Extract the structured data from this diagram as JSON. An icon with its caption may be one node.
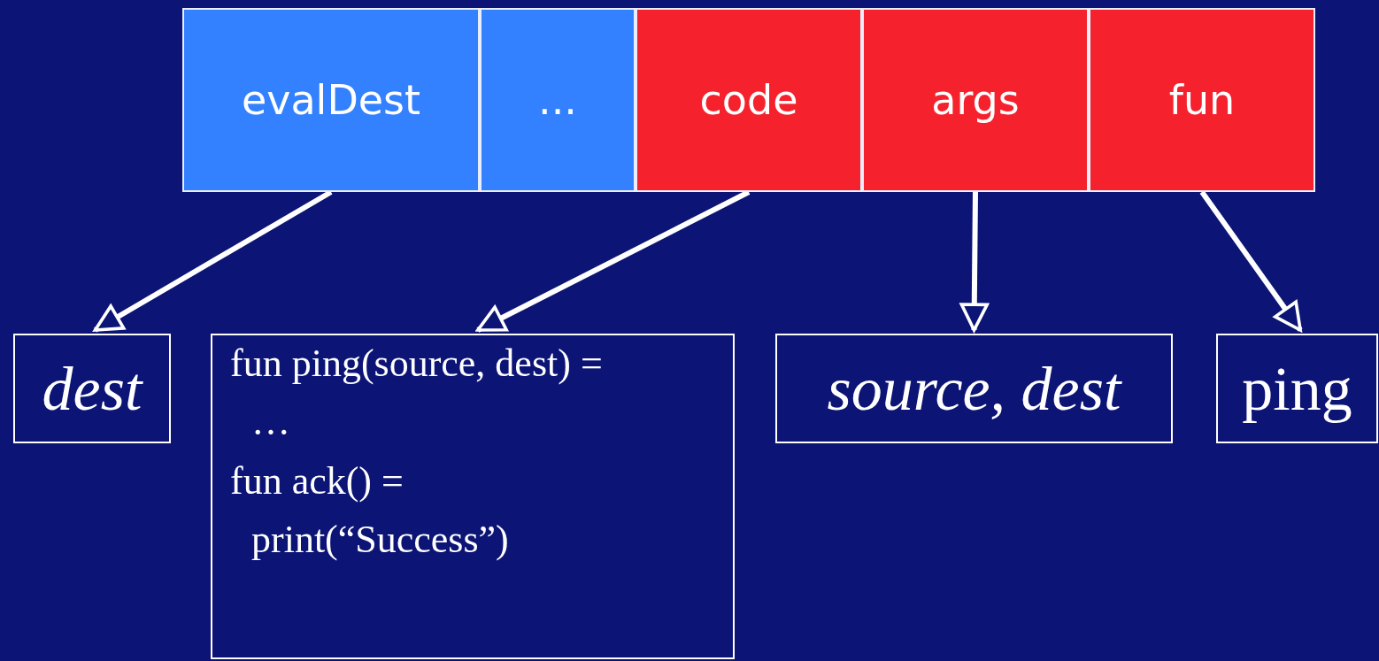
{
  "diagram": {
    "nodes": [
      {
        "text": [
          "evalDest"
        ]
      },
      {
        "text": [
          "..."
        ]
      },
      {
        "text": [
          "code"
        ]
      },
      {
        "text": [
          "args"
        ]
      },
      {
        "text": [
          "fun"
        ]
      },
      {
        "text": [
          "dest"
        ]
      },
      {
        "text": [
          "fun ping(source, dest) =",
          "…",
          "fun ack() =",
          "print(“Success”)"
        ]
      },
      {
        "text": [
          "source, dest"
        ]
      },
      {
        "text": [
          "ping"
        ]
      }
    ],
    "edges": [
      {
        "from": 0,
        "to": 5,
        "arrow": "to"
      },
      {
        "from": 2,
        "to": 6,
        "arrow": "to"
      },
      {
        "from": 3,
        "to": 7,
        "arrow": "to"
      },
      {
        "from": 4,
        "to": 8,
        "arrow": "to"
      }
    ]
  }
}
